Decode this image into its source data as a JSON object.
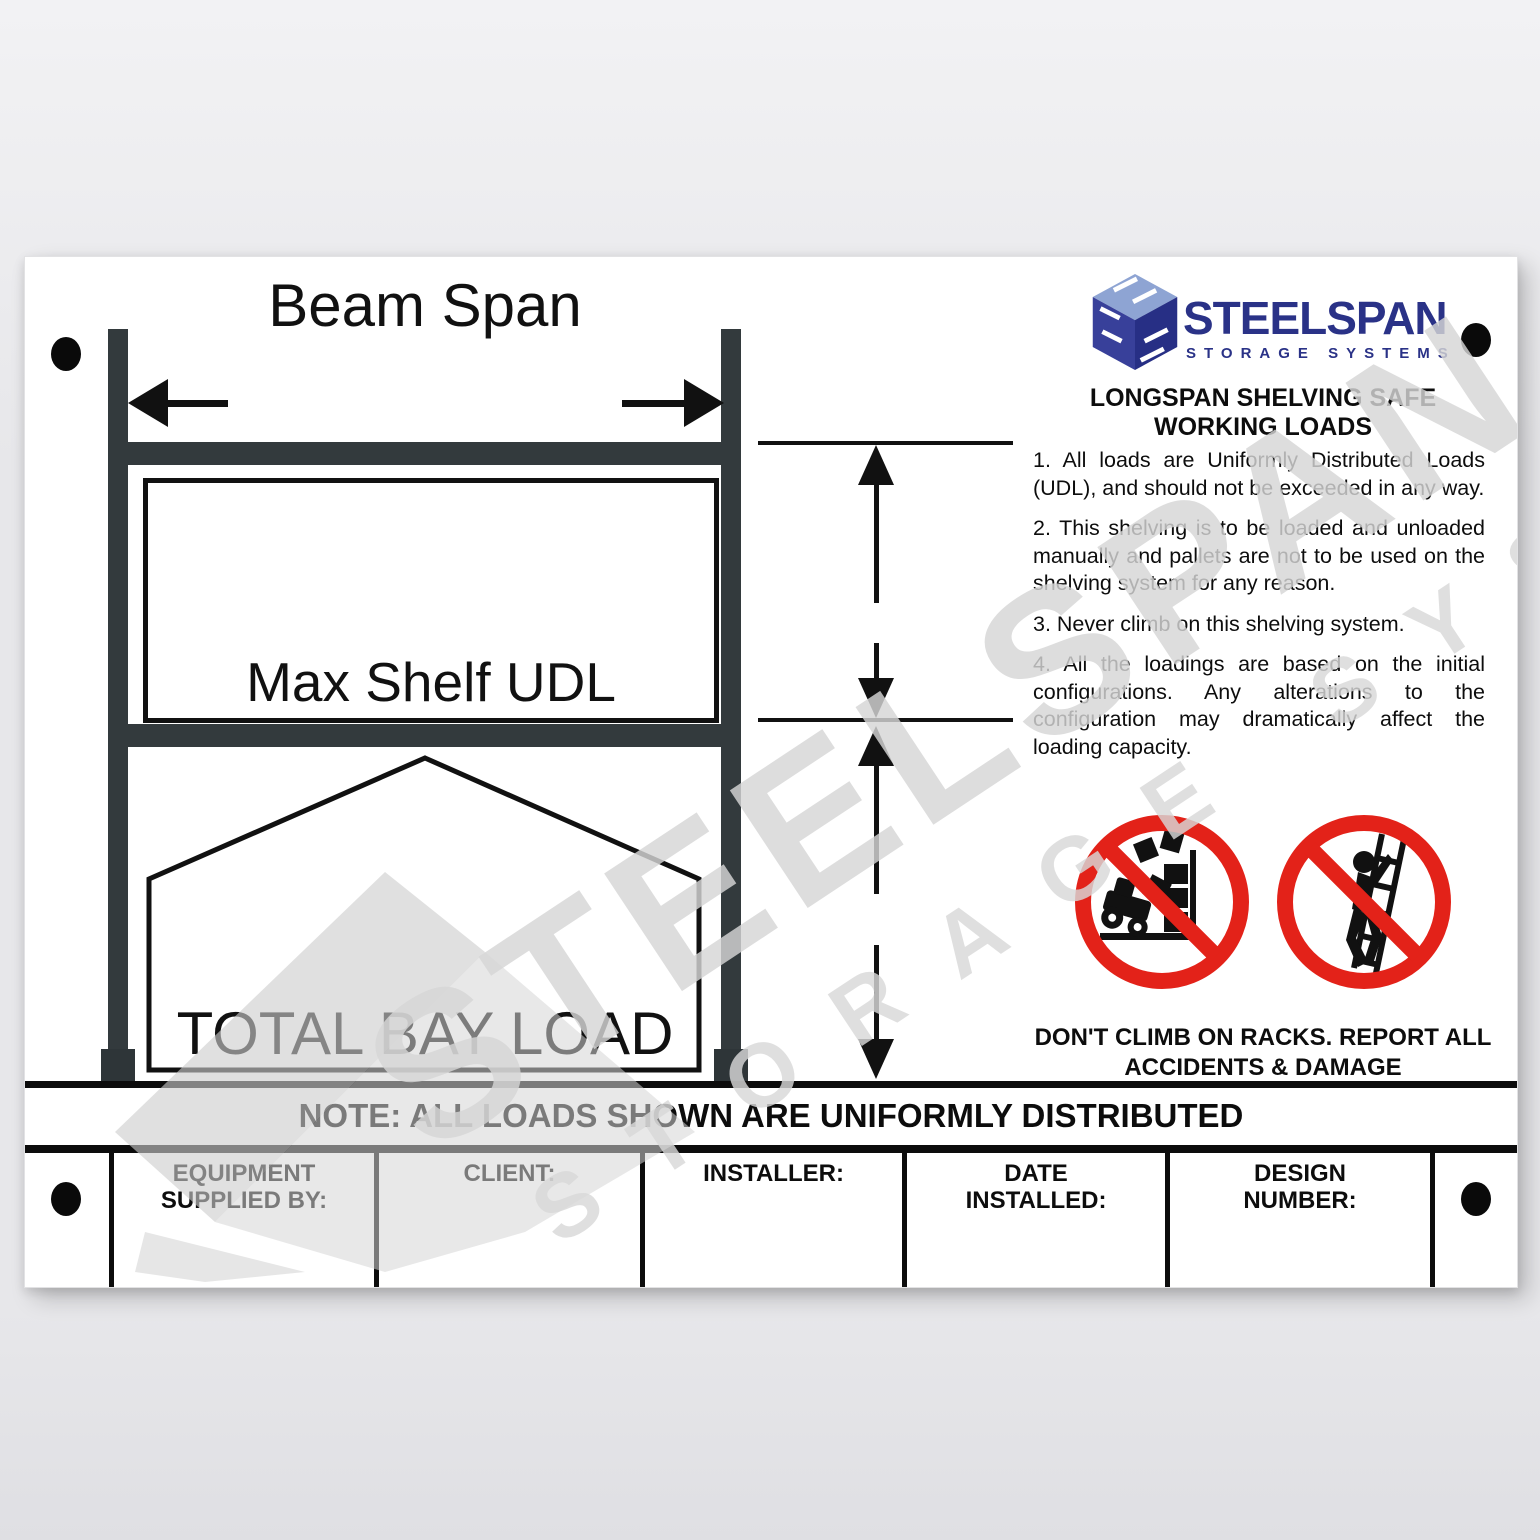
{
  "sign": {
    "diagram": {
      "beam_span_label": "Beam Span",
      "max_shelf_udl_label": "Max Shelf UDL",
      "total_bay_load_label": "TOTAL BAY LOAD"
    },
    "brand": {
      "name": "STEELSPAN",
      "tagline": "STORAGE SYSTEMS"
    },
    "heading_line1": "LONGSPAN SHELVING SAFE",
    "heading_line2": "WORKING LOADS",
    "rules": [
      "1. All loads are Uniformly Distributed Loads (UDL), and should not be exceeded in any way.",
      "2. This shelving is to be loaded and unloaded manually and pallets are not to be used on the shelving system for any reason.",
      "3. Never climb on this shelving system.",
      "4. All the loadings are based on the initial configurations. Any alterations to the configuration may dramatically affect the loading capacity."
    ],
    "warning_line1": "DON'T CLIMB ON RACKS. REPORT ALL",
    "warning_line2": "ACCIDENTS & DAMAGE",
    "note": "NOTE: ALL LOADS SHOWN ARE UNIFORMLY DISTRIBUTED",
    "fields": [
      {
        "label": "EQUIPMENT SUPPLIED BY:"
      },
      {
        "label": "CLIENT:"
      },
      {
        "label": "INSTALLER:"
      },
      {
        "label": "DATE INSTALLED:"
      },
      {
        "label": "DESIGN NUMBER:"
      }
    ],
    "watermark": {
      "line1": "STEELSPAN",
      "line2": "STORAGE SYSTEMS"
    },
    "icons": {
      "brand_cube": "isometric-cube-logo",
      "prohibition_left": "no-forklift-rack-impact",
      "prohibition_right": "no-climbing-on-racks",
      "holes": "mounting-hole-dot",
      "arrows": "dimension-arrows"
    },
    "colors": {
      "brand_blue": "#2a3287",
      "brand_blue_light": "#8ea4d3",
      "prohibition_red": "#e32219",
      "steel_dark": "#333a3d",
      "ink": "#0d0d0d"
    }
  }
}
